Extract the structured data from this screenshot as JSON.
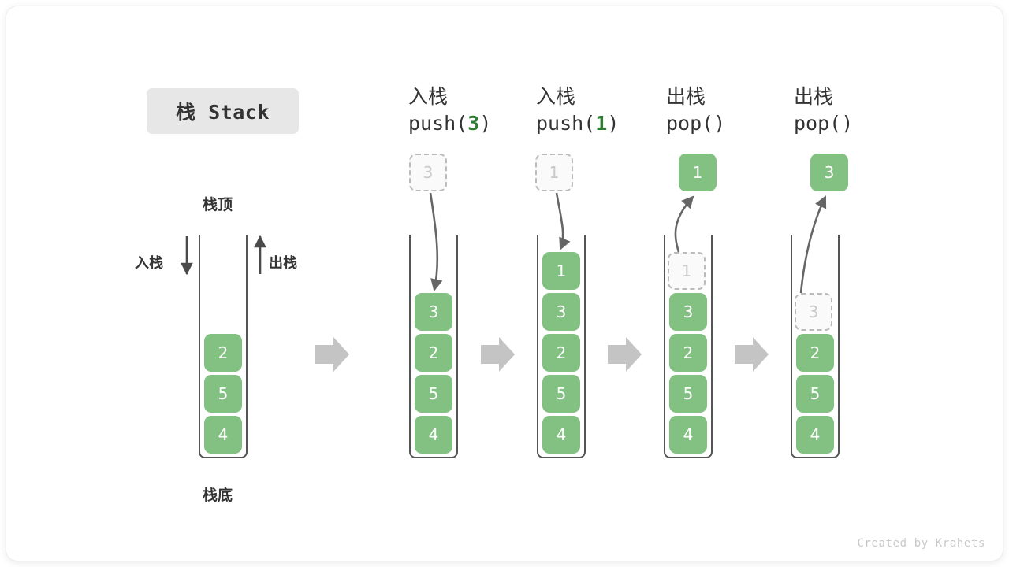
{
  "title": {
    "text": "栈 Stack"
  },
  "labels": {
    "top": "栈顶",
    "bottom": "栈底",
    "push_side": "入栈",
    "pop_side": "出栈"
  },
  "footer": {
    "text": "Created by Krahets"
  },
  "colors": {
    "cell_fill": "#82c182",
    "cell_text": "#ffffff",
    "ghost_fill": "#fafafa",
    "ghost_text": "#c9c9c9",
    "ghost_border": "#bbbbbb",
    "accent_number": "#2e7d32",
    "badge_bg": "#e7e7e7",
    "arrow_gray": "#c4c4c4",
    "line_gray": "#666666",
    "frame_border": "#ececec",
    "text": "#333333"
  },
  "steps": [
    {
      "name": "initial",
      "header_zh": "",
      "header_code": "",
      "stack": [
        "2",
        "5",
        "4"
      ],
      "floating": null,
      "ghost_in_stack": null,
      "result": null
    },
    {
      "name": "push-3",
      "header_zh": "入栈",
      "header_code_prefix": "push(",
      "header_code_num": "3",
      "header_code_suffix": ")",
      "stack": [
        "3",
        "2",
        "5",
        "4"
      ],
      "floating": {
        "value": "3",
        "style": "ghost"
      },
      "ghost_in_stack": null,
      "result": null
    },
    {
      "name": "push-1",
      "header_zh": "入栈",
      "header_code_prefix": "push(",
      "header_code_num": "1",
      "header_code_suffix": ")",
      "stack": [
        "1",
        "3",
        "2",
        "5",
        "4"
      ],
      "floating": {
        "value": "1",
        "style": "ghost"
      },
      "ghost_in_stack": null,
      "result": null
    },
    {
      "name": "pop-1",
      "header_zh": "出栈",
      "header_code_prefix": "pop(",
      "header_code_num": "",
      "header_code_suffix": ")",
      "stack": [
        "3",
        "2",
        "5",
        "4"
      ],
      "floating": {
        "value": "1",
        "style": "solid"
      },
      "ghost_in_stack": {
        "value": "1",
        "slot": 0
      },
      "result": "1"
    },
    {
      "name": "pop-3",
      "header_zh": "出栈",
      "header_code_prefix": "pop(",
      "header_code_num": "",
      "header_code_suffix": ")",
      "stack": [
        "2",
        "5",
        "4"
      ],
      "floating": {
        "value": "3",
        "style": "solid"
      },
      "ghost_in_stack": {
        "value": "3",
        "slot": 0
      },
      "result": "3"
    }
  ],
  "cells": {
    "s0": [
      "2",
      "5",
      "4"
    ],
    "s1": [
      "3",
      "2",
      "5",
      "4"
    ],
    "s2": [
      "1",
      "3",
      "2",
      "5",
      "4"
    ],
    "s3_ghost": "1",
    "s3": [
      "3",
      "2",
      "5",
      "4"
    ],
    "s4_ghost": "3",
    "s4": [
      "2",
      "5",
      "4"
    ],
    "f1": "3",
    "f2": "1",
    "f3": "1",
    "f4": "3"
  },
  "headers": {
    "h1_zh": "入栈",
    "h1_pre": "push(",
    "h1_num": "3",
    "h1_post": ")",
    "h2_zh": "入栈",
    "h2_pre": "push(",
    "h2_num": "1",
    "h2_post": ")",
    "h3_zh": "出栈",
    "h3_pre": "pop(",
    "h3_num": "",
    "h3_post": ")",
    "h4_zh": "出栈",
    "h4_pre": "pop(",
    "h4_num": "",
    "h4_post": ")"
  }
}
